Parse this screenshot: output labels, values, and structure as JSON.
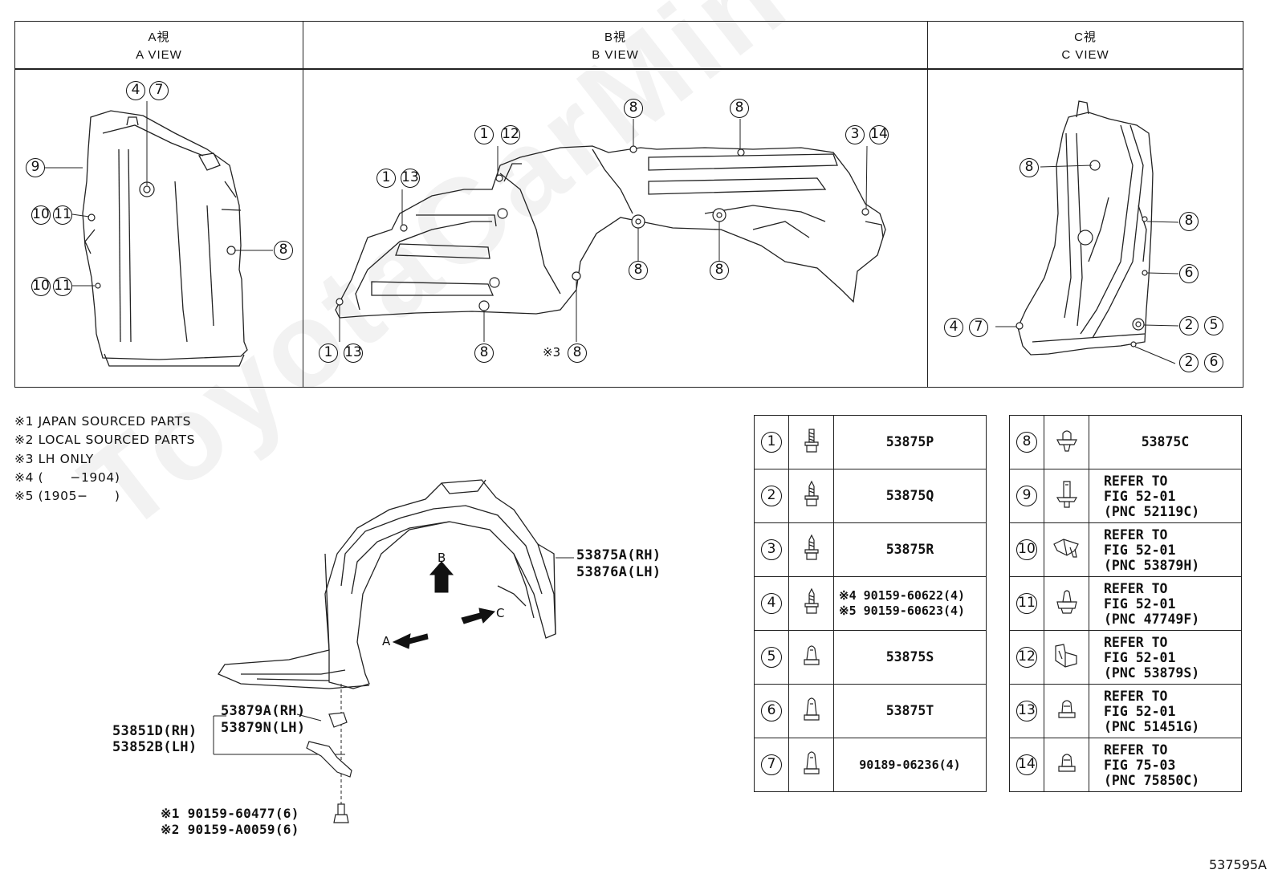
{
  "views": {
    "a": {
      "jp": "A視",
      "en": "A VIEW"
    },
    "b": {
      "jp": "B視",
      "en": "B VIEW"
    },
    "c": {
      "jp": "C視",
      "en": "C VIEW"
    }
  },
  "callouts": {
    "a_view": {
      "n4": "4",
      "n7": "7",
      "n9": "9",
      "n10a": "10",
      "n11a": "11",
      "n10b": "10",
      "n11b": "11",
      "n8": "8"
    },
    "b_view": {
      "n1a": "1",
      "n13a": "13",
      "n1b": "1",
      "n12": "12",
      "n8a": "8",
      "n8b": "8",
      "n3": "3",
      "n14": "14",
      "n8c": "8",
      "n8d": "8",
      "n1c": "1",
      "n13b": "13",
      "n8e": "8",
      "ast3": "※3",
      "n8f": "8"
    },
    "c_view": {
      "n8a": "8",
      "n8b": "8",
      "n6": "6",
      "n4": "4",
      "n7": "7",
      "n2a": "2",
      "n5": "5",
      "n2b": "2",
      "n6b": "6"
    }
  },
  "notes": [
    "※1 JAPAN SOURCED PARTS",
    "※2 LOCAL SOURCED PARTS",
    "※3 LH ONLY",
    "※4 (      −1904)",
    "※5 (1905−      )"
  ],
  "main_labels": {
    "liner_rh": "53875A(RH)",
    "liner_lh": "53876A(LH)",
    "clip_rh": "53879A(RH)",
    "clip_lh": "53879N(LH)",
    "bracket_rh": "53851D(RH)",
    "bracket_lh": "53852B(LH)",
    "bolt1": "※1 90159-60477(6)",
    "bolt2": "※2 90159-A0059(6)",
    "arrow_a": "A",
    "arrow_b": "B",
    "arrow_c": "C"
  },
  "legend_left": [
    {
      "no": "1",
      "icon": "screw-bolt-icon",
      "text": "53875P"
    },
    {
      "no": "2",
      "icon": "screw-bolt-icon",
      "text": "53875Q"
    },
    {
      "no": "3",
      "icon": "screw-bolt-icon",
      "text": "53875R"
    },
    {
      "no": "4",
      "icon": "screw-bolt-icon",
      "text1": "※4 90159-60622(4)",
      "text2": "※5 90159-60623(4)"
    },
    {
      "no": "5",
      "icon": "push-nut-icon",
      "text": "53875S"
    },
    {
      "no": "6",
      "icon": "push-nut-icon",
      "text": "53875T"
    },
    {
      "no": "7",
      "icon": "push-nut-icon",
      "text": "90189-06236(4)"
    }
  ],
  "legend_right": [
    {
      "no": "8",
      "icon": "push-clip-icon",
      "text": "53875C"
    },
    {
      "no": "9",
      "icon": "push-rivet-icon",
      "l1": "REFER TO",
      "l2": "FIG 52-01",
      "l3": "(PNC 52119C)"
    },
    {
      "no": "10",
      "icon": "retainer-clip-icon",
      "l1": "REFER TO",
      "l2": "FIG 52-01",
      "l3": "(PNC 53879H)"
    },
    {
      "no": "11",
      "icon": "push-clip-icon",
      "l1": "REFER TO",
      "l2": "FIG 52-01",
      "l3": "(PNC 47749F)"
    },
    {
      "no": "12",
      "icon": "retainer-clip-icon",
      "l1": "REFER TO",
      "l2": "FIG 52-01",
      "l3": "(PNC 53879S)"
    },
    {
      "no": "13",
      "icon": "push-nut-icon",
      "l1": "REFER TO",
      "l2": "FIG 52-01",
      "l3": "(PNC 51451G)"
    },
    {
      "no": "14",
      "icon": "push-nut-icon",
      "l1": "REFER TO",
      "l2": "FIG 75-03",
      "l3": "(PNC 75850C)"
    }
  ],
  "watermark": "ToyotaCarMine.ru",
  "figure_number": "537595A"
}
